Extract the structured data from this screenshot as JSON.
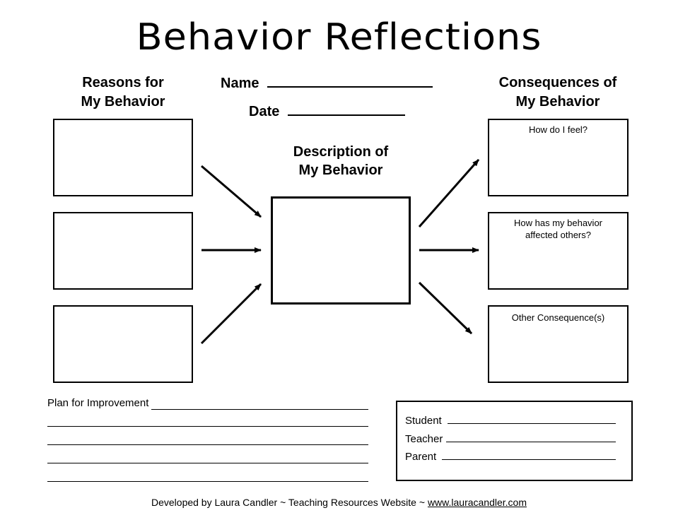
{
  "title": "Behavior Reflections",
  "left_heading": {
    "line1": "Reasons for",
    "line2": "My Behavior"
  },
  "right_heading": {
    "line1": "Consequences of",
    "line2": "My Behavior"
  },
  "center_heading": {
    "line1": "Description of",
    "line2": "My Behavior"
  },
  "name_label": "Name",
  "date_label": "Date",
  "consequence_boxes": [
    {
      "caption_line1": "How do I feel?",
      "caption_line2": ""
    },
    {
      "caption_line1": "How has my behavior",
      "caption_line2": "affected others?"
    },
    {
      "caption_line1": "Other Consequence(s)",
      "caption_line2": ""
    }
  ],
  "plan_label": "Plan for Improvement",
  "signatures": {
    "student": "Student",
    "teacher": "Teacher",
    "parent": "Parent"
  },
  "footer": {
    "text": "Developed by Laura Candler ~ Teaching Resources Website ~",
    "link": "www.lauracandler.com"
  }
}
